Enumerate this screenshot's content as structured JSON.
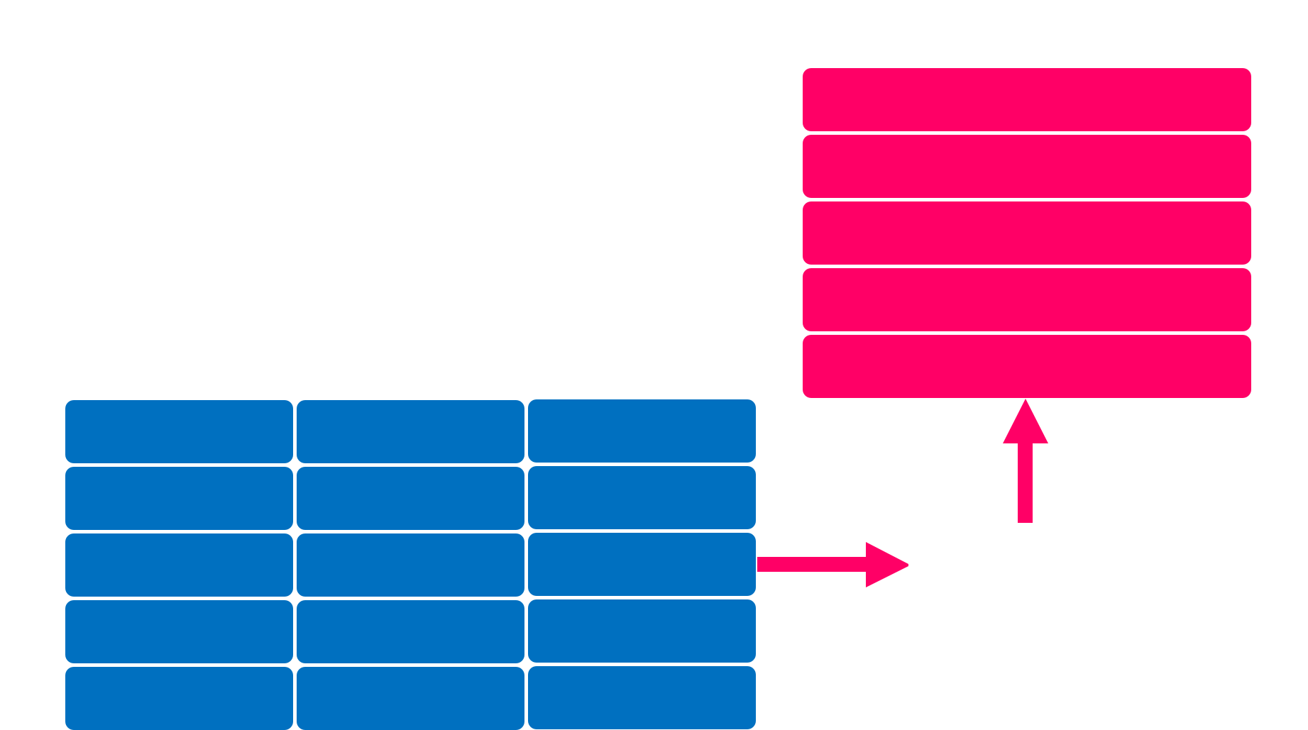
{
  "colors": {
    "blue_block": "#0070C0",
    "pink_block": "#FF0066",
    "arrow": "#FF0066",
    "background": "#FFFFFF"
  },
  "blue_grid": {
    "rows": 5,
    "columns": 3
  },
  "pink_stack": {
    "rows": 5
  },
  "arrows": [
    {
      "name": "right-arrow",
      "direction": "right"
    },
    {
      "name": "up-arrow",
      "direction": "up"
    }
  ]
}
